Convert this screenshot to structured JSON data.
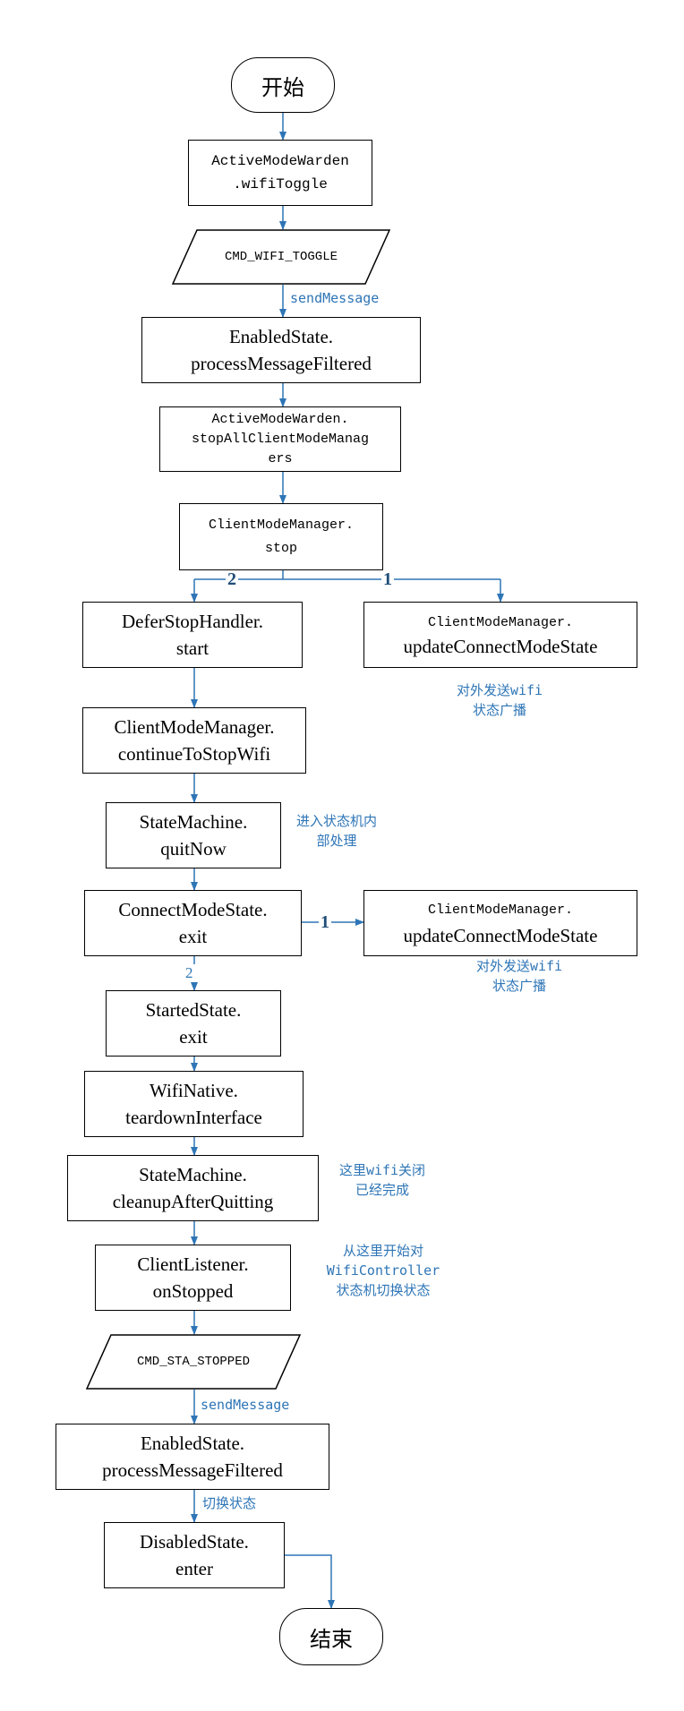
{
  "nodes": {
    "start": "开始",
    "wifi_toggle": "ActiveModeWarden\n.wifiToggle",
    "cmd_wifi_toggle": "CMD_WIFI_TOGGLE",
    "enabled_state_1": "EnabledState.\nprocessMessageFiltered",
    "stop_all_cmm": "ActiveModeWarden.\nstopAllClientModeManag\ners",
    "cmm_stop": "ClientModeManager.\nstop",
    "defer_stop_handler": "DeferStopHandler.\nstart",
    "update_connect_mode_1": "ClientModeManager.\nupdateConnectModeState",
    "continue_to_stop": "ClientModeManager.\ncontinueToStopWifi",
    "sm_quit_now": "StateMachine.\nquitNow",
    "connect_mode_exit": "ConnectModeState.\nexit",
    "update_connect_mode_2": "ClientModeManager.\nupdateConnectModeState",
    "started_state_exit": "StartedState.\nexit",
    "teardown_interface": "WifiNative.\nteardownInterface",
    "cleanup_after_quitting": "StateMachine.\ncleanupAfterQuitting",
    "client_listener_stopped": "ClientListener.\nonStopped",
    "cmd_sta_stopped": "CMD_STA_STOPPED",
    "enabled_state_2": "EnabledState.\nprocessMessageFiltered",
    "disabled_state_enter": "DisabledState.\nenter",
    "end": "结束"
  },
  "edge_labels": {
    "send_message_1": "sendMessage",
    "send_message_2": "sendMessage",
    "switch_state": "切换状态",
    "branch_2": "2",
    "branch_1": "1",
    "exit_branch_1": "1",
    "exit_branch_2": "2"
  },
  "notes": {
    "broadcast_1": "对外发送wifi\n状态广播",
    "enter_sm": "进入状态机内\n部处理",
    "broadcast_2": "对外发送wifi\n状态广播",
    "wifi_closed": "这里wifi关闭\n已经完成",
    "wificontroller_switch": "从这里开始对\nWifiController\n状态机切换状态"
  },
  "colors": {
    "arrow": "#2e75b6",
    "note_text": "#2e75b6",
    "branch_number": "#1f4e79",
    "box_border": "#000000"
  }
}
